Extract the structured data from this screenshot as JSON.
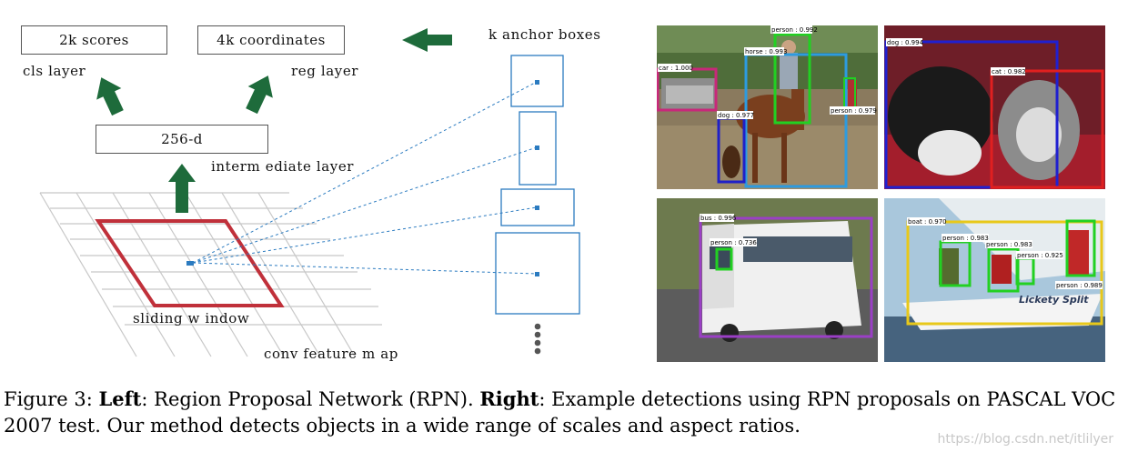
{
  "rpn": {
    "scores_label": "2k scores",
    "coords_label": "4k coordinates",
    "cls_layer": "cls layer",
    "reg_layer": "reg layer",
    "intermediate_box": "256-d",
    "intermediate_layer": "interm ediate layer",
    "anchor_title": "k anchor boxes",
    "sliding_window": "sliding w indow",
    "conv_map": "conv feature m ap",
    "arrow_color": "#1e6b3b",
    "window_color": "#c0303a",
    "anchor_color": "#2b7bc0"
  },
  "detections": {
    "top_left": [
      "car : 1.000",
      "person : 0.992",
      "horse : 0.993",
      "dog : 0.977",
      "person : 0.979"
    ],
    "top_right": [
      "dog : 0.994",
      "cat : 0.982"
    ],
    "bottom_left": [
      "bus : 0.996",
      "person : 0.736"
    ],
    "bottom_right": [
      "boat : 0.970",
      "person : 0.983",
      "person : 0.983",
      "person : 0.925",
      "person : 0.989"
    ],
    "boat_name": "Lickety Split"
  },
  "caption": {
    "prefix": "Figure 3: ",
    "left_bold": "Left",
    "left_text": ": Region Proposal Network (RPN). ",
    "right_bold": "Right",
    "right_text": ": Example detections using RPN proposals on PASCAL VOC 2007 test. Our method detects objects in a wide range of scales and aspect ratios."
  },
  "watermark": "https://blog.csdn.net/itlilyer"
}
